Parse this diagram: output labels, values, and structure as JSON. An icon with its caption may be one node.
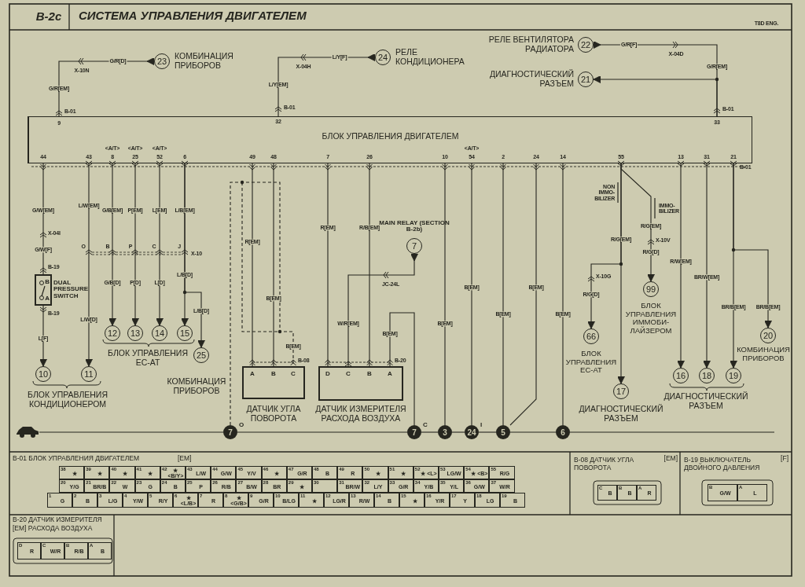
{
  "diagram": {
    "title": "СИСТЕМА УПРАВЛЕНИЯ ДВИГАТЕЛЕМ",
    "nodes": [
      {
        "text": [
          "БЛОК УПРАВЛЕНИЯ ДВИГАТЕЛЕМ"
        ]
      },
      {
        "text": [
          "23"
        ],
        "beside": [
          "КОМБИНАЦИЯ ПРИБОРОВ"
        ]
      },
      {
        "text": [
          "24"
        ],
        "beside": [
          "РЕЛЕ КОНДИЦИОНЕРА"
        ]
      },
      {
        "text": [
          "22"
        ],
        "beside": [
          "РЕЛЕ ВЕНТИЛЯТОРА РАДИАТОРА"
        ]
      },
      {
        "text": [
          "21"
        ],
        "beside": [
          "ДИАГНОСТИЧЕСКИЙ РАЗЪЕМ"
        ]
      },
      {
        "text": [
          "B",
          "A"
        ],
        "beside": [
          "DUAL PRESSURE SWITCH"
        ]
      },
      {
        "text": [
          "10"
        ]
      },
      {
        "text": [
          "11"
        ]
      },
      {
        "text": [
          "12"
        ]
      },
      {
        "text": [
          "13"
        ]
      },
      {
        "text": [
          "14"
        ]
      },
      {
        "text": [
          "15"
        ]
      },
      {
        "text": [
          "25"
        ],
        "beside": [
          "КОМБИНАЦИЯ ПРИБОРОВ"
        ]
      },
      {
        "text": [
          "A",
          "B",
          "C"
        ],
        "beside": [
          "ДАТЧИК УГЛА ПОВОРОТА"
        ]
      },
      {
        "text": [
          "D",
          "C",
          "B",
          "A"
        ],
        "beside": [
          "ДАТЧИК ИЗМЕРИТЕЛЯ РАСХОДА ВОЗДУХА"
        ]
      },
      {
        "text": [
          "7"
        ],
        "beside": [
          "MAIN RELAY (SECTION B-2b)"
        ]
      },
      {
        "text": [
          "66"
        ],
        "beside": [
          "БЛОК УПРАВЛЕНИЯ EC-AT"
        ]
      },
      {
        "text": [
          "99"
        ],
        "beside": [
          "БЛОК УПРАВЛЕНИЯ ИММОБИ- ЛАЙЗЕРОМ"
        ]
      },
      {
        "text": [
          "17"
        ],
        "beside": [
          "ДИАГНОСТИЧЕСКИЙ РАЗЪЕМ"
        ]
      },
      {
        "text": [
          "16"
        ]
      },
      {
        "text": [
          "18"
        ]
      },
      {
        "text": [
          "19"
        ]
      },
      {
        "text": [
          "20"
        ],
        "beside": [
          "КОМБИНАЦИЯ ПРИБОРОВ"
        ]
      },
      {
        "text": [],
        "shape": "picture"
      },
      {
        "text": [
          "7"
        ],
        "beside": [
          "O"
        ]
      },
      {
        "text": [
          "7"
        ],
        "beside": [
          "C"
        ]
      },
      {
        "text": [
          "3"
        ]
      },
      {
        "text": [
          "24"
        ],
        "beside": [
          "I"
        ]
      },
      {
        "text": [
          "5"
        ]
      },
      {
        "text": [
          "6"
        ]
      }
    ],
    "edges": [
      {
        "from": 1,
        "to": 0,
        "arrow": "to"
      },
      {
        "from": 2,
        "to": 0,
        "arrow": "to"
      },
      {
        "from": 3,
        "to": 0,
        "arrow": "to"
      },
      {
        "from": 0,
        "to": 4,
        "arrow": "to"
      },
      {
        "from": 0,
        "to": 5,
        "arrow": "other"
      },
      {
        "from": 5,
        "to": 6,
        "arrow": "to"
      },
      {
        "from": 0,
        "to": 7,
        "arrow": "to"
      },
      {
        "from": 0,
        "to": 8,
        "arrow": "to"
      },
      {
        "from": 0,
        "to": 9,
        "arrow": "to"
      },
      {
        "from": 0,
        "to": 10,
        "arrow": "to"
      },
      {
        "from": 0,
        "to": 11,
        "arrow": "to"
      },
      {
        "from": 0,
        "to": 12,
        "arrow": "to"
      },
      {
        "from": 0,
        "to": 13,
        "arrow": "other"
      },
      {
        "from": 0,
        "to": 13,
        "arrow": "other"
      },
      {
        "from": 24,
        "to": 13,
        "arrow": "other",
        "style": "dashed"
      },
      {
        "from": 0,
        "to": 14,
        "arrow": "other"
      },
      {
        "from": 0,
        "to": 14,
        "arrow": "other"
      },
      {
        "from": 15,
        "to": 14,
        "arrow": "to"
      },
      {
        "from": 14,
        "to": 25,
        "arrow": "other"
      },
      {
        "from": 0,
        "to": 26,
        "arrow": "other"
      },
      {
        "from": 0,
        "to": 27,
        "arrow": "other"
      },
      {
        "from": 0,
        "to": 28,
        "arrow": "other"
      },
      {
        "from": 0,
        "to": 28,
        "arrow": "other"
      },
      {
        "from": 0,
        "to": 29,
        "arrow": "other"
      },
      {
        "from": 0,
        "to": 18,
        "arrow": "to"
      },
      {
        "from": 0,
        "to": 16,
        "arrow": "to"
      },
      {
        "from": 0,
        "to": 17,
        "arrow": "to"
      },
      {
        "from": 0,
        "to": 19,
        "arrow": "to"
      },
      {
        "from": 0,
        "to": 20,
        "arrow": "to"
      },
      {
        "from": 0,
        "to": 21,
        "arrow": "to"
      },
      {
        "from": 0,
        "to": 22,
        "arrow": "to"
      },
      {
        "from": 23,
        "to": 24,
        "arrow": "none"
      },
      {
        "from": 24,
        "to": 25,
        "arrow": "none"
      },
      {
        "from": 25,
        "to": 26,
        "arrow": "none"
      },
      {
        "from": 26,
        "to": 27,
        "arrow": "none"
      },
      {
        "from": 27,
        "to": 28,
        "arrow": "none"
      },
      {
        "from": 28,
        "to": 29,
        "arrow": "none"
      },
      {
        "from": 29,
        "to": null,
        "arrow": "none"
      }
    ],
    "labels": [
      "B-2c",
      "T8D ENG.",
      "G/R[D]",
      "X-10N",
      "G/R[EM]",
      "B-01",
      "9",
      "L/Y[F]",
      "X-04H",
      "L/Y[EM]",
      "B-01",
      "32",
      "G/R[F]",
      "X-04D",
      "G/R[EM]",
      "B-01",
      "33",
      "44",
      "43",
      "<A/T>",
      "8",
      "<A/T>",
      "25",
      "<A/T>",
      "52",
      "6",
      "49",
      "48",
      "7",
      "26",
      "10",
      "<A/T>",
      "54",
      "2",
      "24",
      "14",
      "55",
      "13",
      "31",
      "21",
      "B-01",
      "G/W[EM]",
      "X-04I",
      "G/W[F]",
      "B-19",
      "B-19",
      "L[F]",
      "L/W[EM]",
      "L/W[D]",
      "O",
      "B",
      "P",
      "C",
      "J",
      "X-10",
      "G/B[EM]",
      "P[EM]",
      "L[EM]",
      "L/B[EM]",
      "G/B[D]",
      "P[D]",
      "L[D]",
      "L/B[D]",
      "L/B[D]",
      "R[EM]",
      "B[EM]",
      "B[EM]",
      "B-08",
      "R[EM]",
      "R/B[EM]",
      "W/R[EM]",
      "B[EM]",
      "B-20",
      "JC-24L",
      "B[EM]",
      "B[EM]",
      "B[EM]",
      "B[EM]",
      "B[EM]",
      "NON IMMO- BILIZER",
      "IMMO- BILIZER",
      "R/G[EM]",
      "R/G[EM]",
      "X-10V",
      "R/G[D]",
      "X-10G",
      "R/G[D]",
      "R/W[EM]",
      "BR/W[EM]",
      "BR/B[EM]",
      "BR/B[EM]",
      "БЛОК УПРАВЛЕНИЯ КОНДИЦИОНЕРОМ",
      "БЛОК УПРАВЛЕНИЯ EC-AT",
      "ДИАГНОСТИЧЕСКИЙ РАЗЪЕМ",
      "B-01 БЛОК УПРАВЛЕНИЯ ДВИГАТЕЛЕМ",
      "[EM]",
      "$^{38}$★",
      "$^{39}$★",
      "$^{40}$★",
      "$^{41}$★",
      "$^{42}$★ <B/Y>",
      "$^{43}$L/W",
      "$^{44}$G/W",
      "$^{45}$Y/V",
      "$^{46}$★",
      "$^{47}$G/R",
      "$^{48}$B",
      "$^{49}$R",
      "$^{50}$★",
      "$^{51}$★",
      "$^{52}$★ <L>",
      "$^{53}$LG/W",
      "$^{54}$★ <B>",
      "$^{55}$R/G",
      "$^{20}$Y/G",
      "$^{21}$BR/B",
      "$^{22}$W",
      "$^{23}$G",
      "$^{24}$B",
      "$^{25}$P",
      "$^{26}$R/B",
      "$^{27}$B/W",
      "$^{28}$BR",
      "$^{29}$★",
      "$^{30}$",
      "$^{31}$BR/W",
      "$^{32}$L/Y",
      "$^{33}$G/R",
      "$^{34}$Y/B",
      "$^{35}$Y/L",
      "$^{36}$G/W",
      "$^{37}$W/R",
      "$^{1}$G",
      "$^{2}$B",
      "$^{3}$L/G",
      "$^{4}$Y/W",
      "$^{5}$R/Y",
      "$^{6}$★ <L/B>",
      "$^{7}$R",
      "$^{8}$★ <G/B>",
      "$^{9}$G/R",
      "$^{10}$B/LG",
      "$^{11}$★",
      "$^{12}$LG/R",
      "$^{13}$R/W",
      "$^{14}$B",
      "$^{15}$★",
      "$^{16}$Y/R",
      "$^{17}$Y",
      "$^{18}$LG",
      "$^{19}$B",
      "B-08 ДАТЧИК УГЛА ПОВОРОТА",
      "[EM]",
      "$^{C}$B",
      "$^{B}$B",
      "$^{A}$R",
      "B-19 ВЫКЛЮЧАТЕЛЬ ДВОЙНОГО ДАВЛЕНИЯ",
      "[F]",
      "$^{B}$G/W",
      "$^{A}$L",
      "B-20 ДАТЧИК ИЗМЕРИТЕЛЯ",
      "[EM] РАСХОДА ВОЗДУХА",
      "$^{D}$R",
      "$^{C}$W/R",
      "$^{B}$R/B",
      "$^{A}$B"
    ]
  }
}
